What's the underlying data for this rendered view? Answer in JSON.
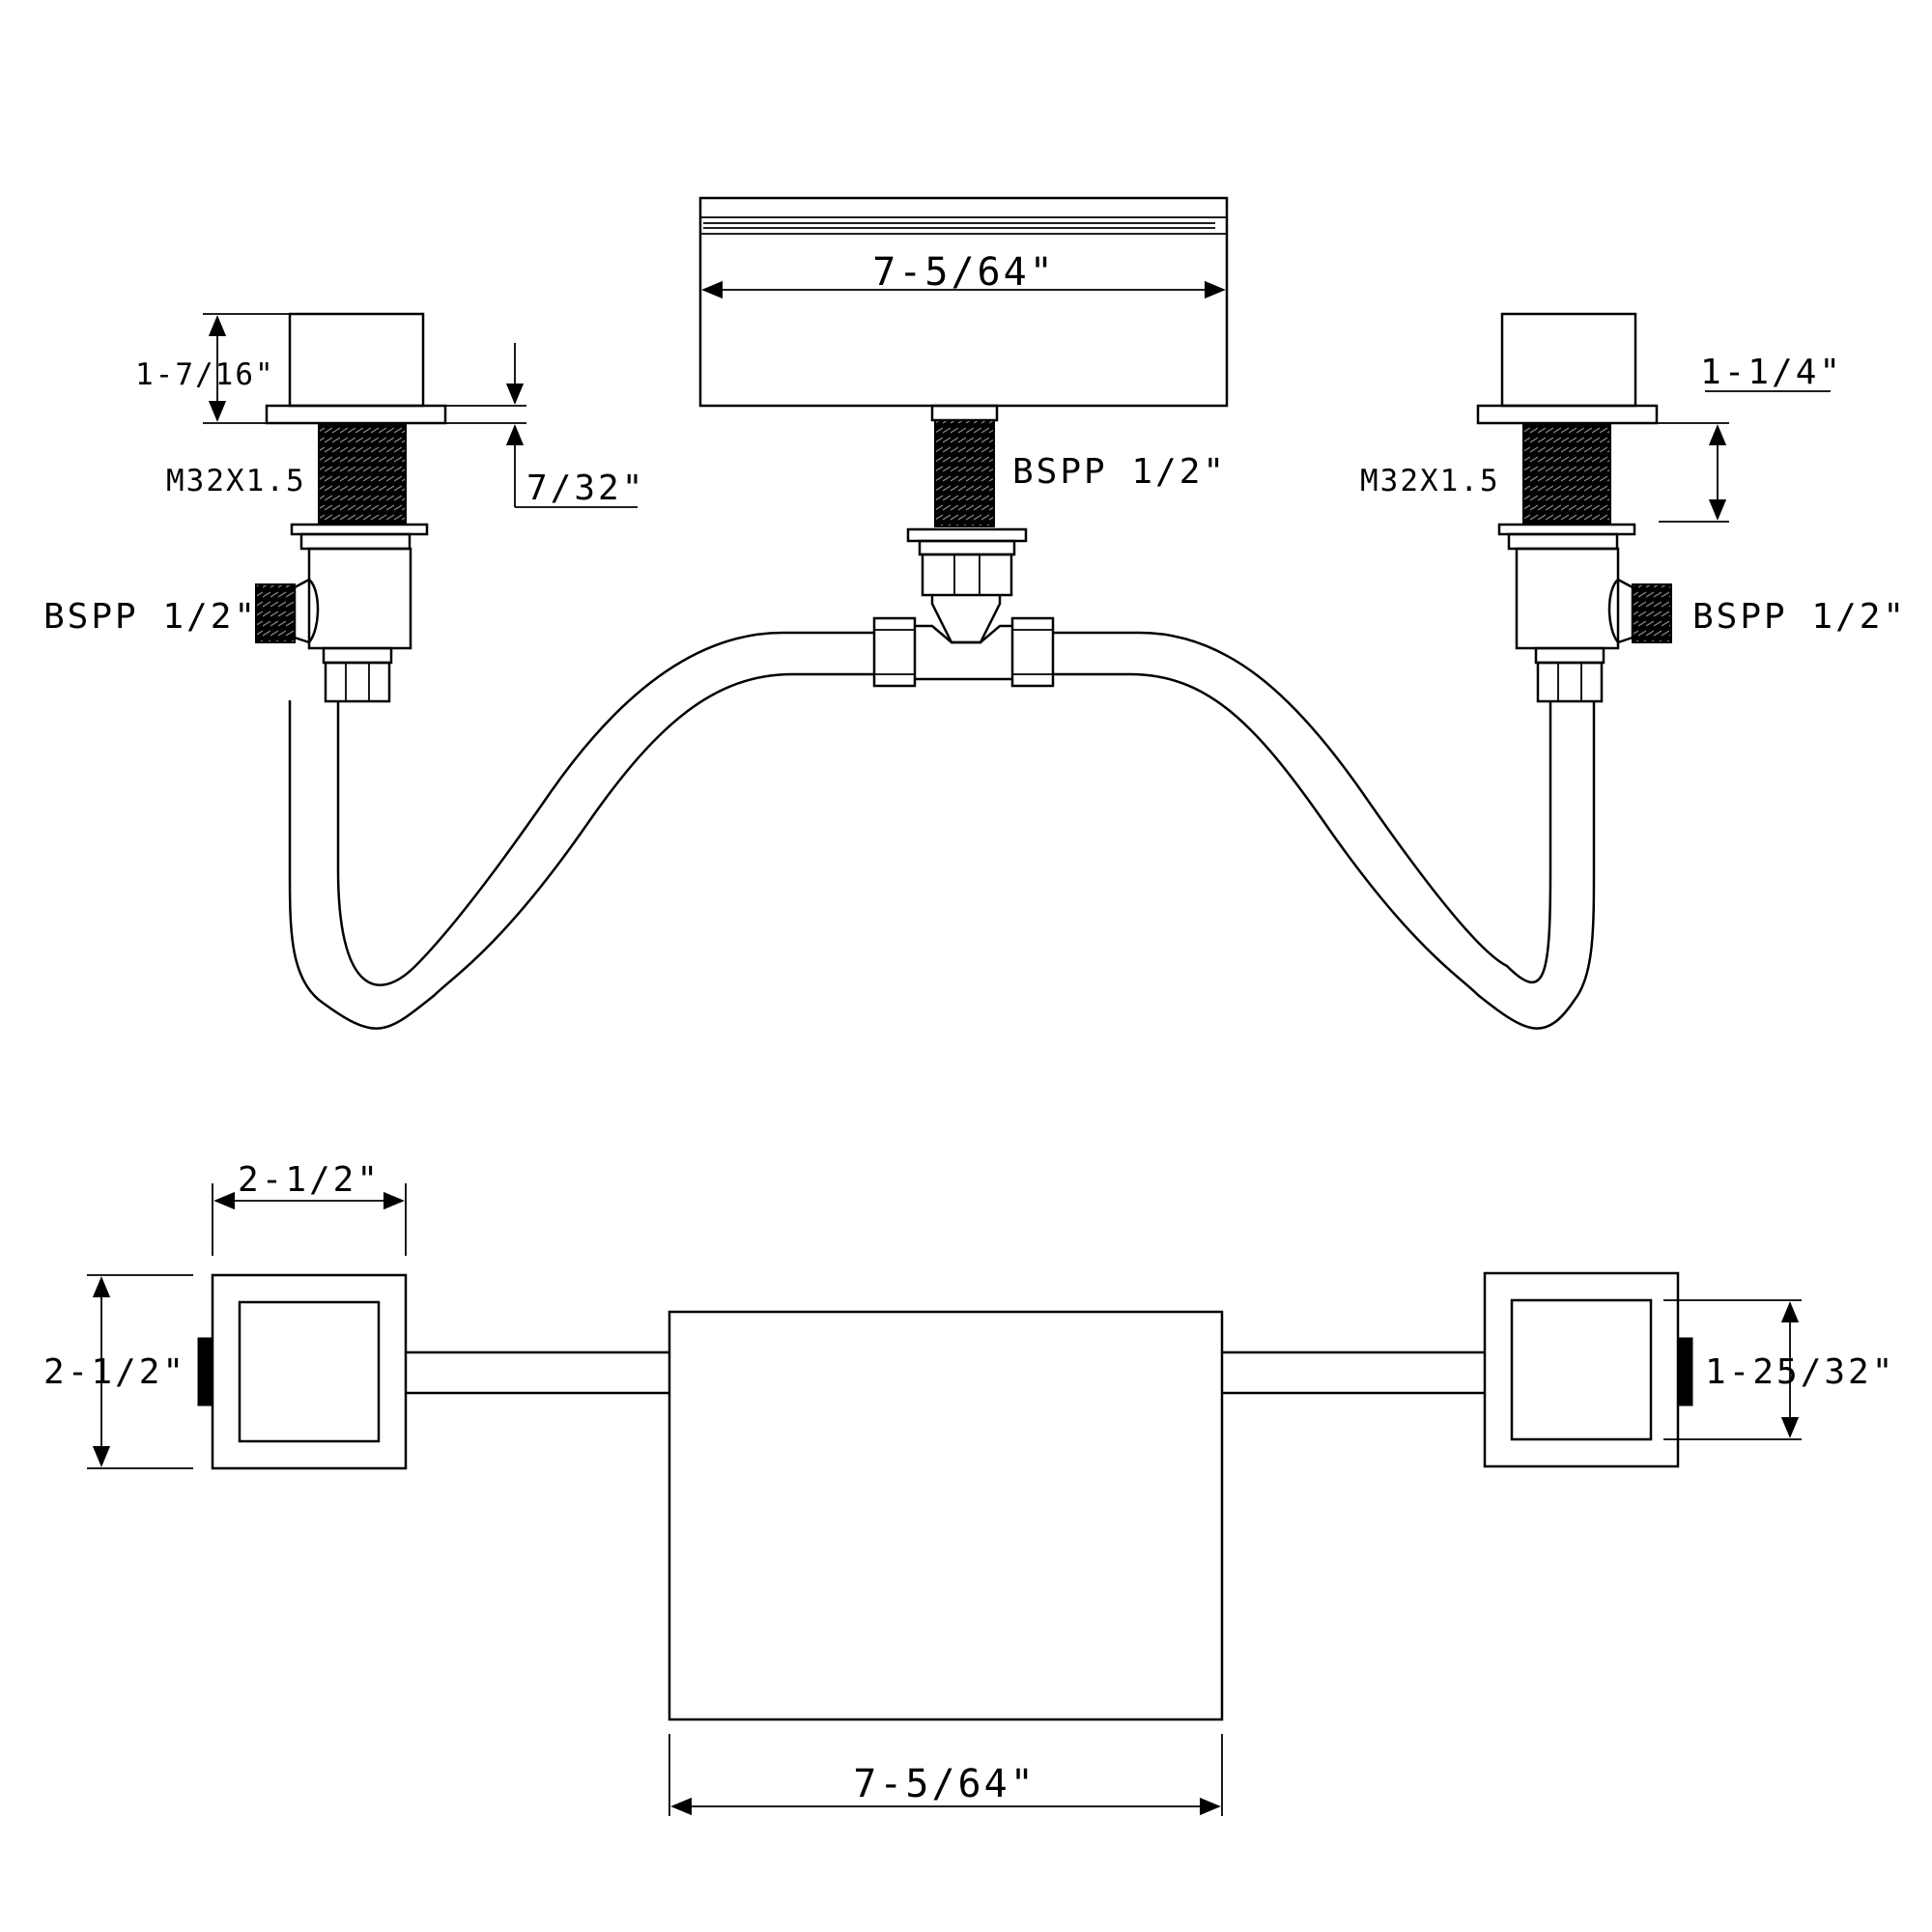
{
  "elevation_view": {
    "spout_width": "7-5/64\"",
    "left_handle_height": "1-7/16\"",
    "left_plate_thickness": "7/32\"",
    "left_thread": "M32X1.5",
    "left_inlet": "BSPP 1/2\"",
    "spout_thread": "BSPP 1/2\"",
    "right_thread": "M32X1.5",
    "right_shank_length": "1-1/4\"",
    "right_inlet": "BSPP 1/2\""
  },
  "plan_view": {
    "handle_width": "2-1/2\"",
    "handle_depth": "2-1/2\"",
    "inner_square": "1-25/32\"",
    "spout_width": "7-5/64\""
  }
}
